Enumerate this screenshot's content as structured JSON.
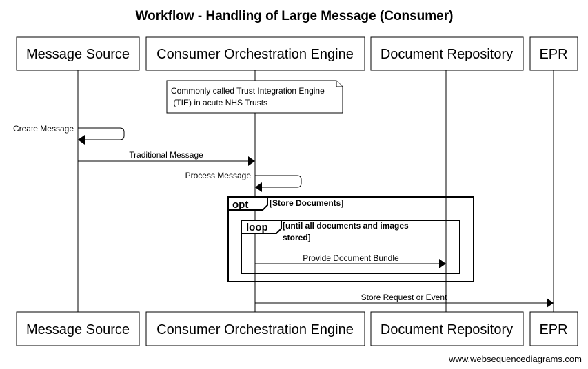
{
  "diagram": {
    "title": "Workflow - Handling of Large Message (Consumer)",
    "participants": [
      {
        "id": "ms",
        "label": "Message Source"
      },
      {
        "id": "coe",
        "label": "Consumer Orchestration Engine"
      },
      {
        "id": "dr",
        "label": "Document Repository"
      },
      {
        "id": "epr",
        "label": "EPR"
      }
    ],
    "note": {
      "line1": "Commonly called Trust Integration Engine",
      "line2": " (TIE) in acute NHS Trusts"
    },
    "messages": {
      "create": "Create Message",
      "traditional": "Traditional Message",
      "process": "Process Message",
      "provide": "Provide Document Bundle",
      "store": "Store Request or Event"
    },
    "opt_frame": {
      "tag": "opt",
      "condition": "[Store Documents]"
    },
    "loop_frame": {
      "tag": "loop",
      "condition_line1": "[until all documents and images",
      "condition_line2": "stored]"
    },
    "footer": "www.websequencediagrams.com"
  }
}
